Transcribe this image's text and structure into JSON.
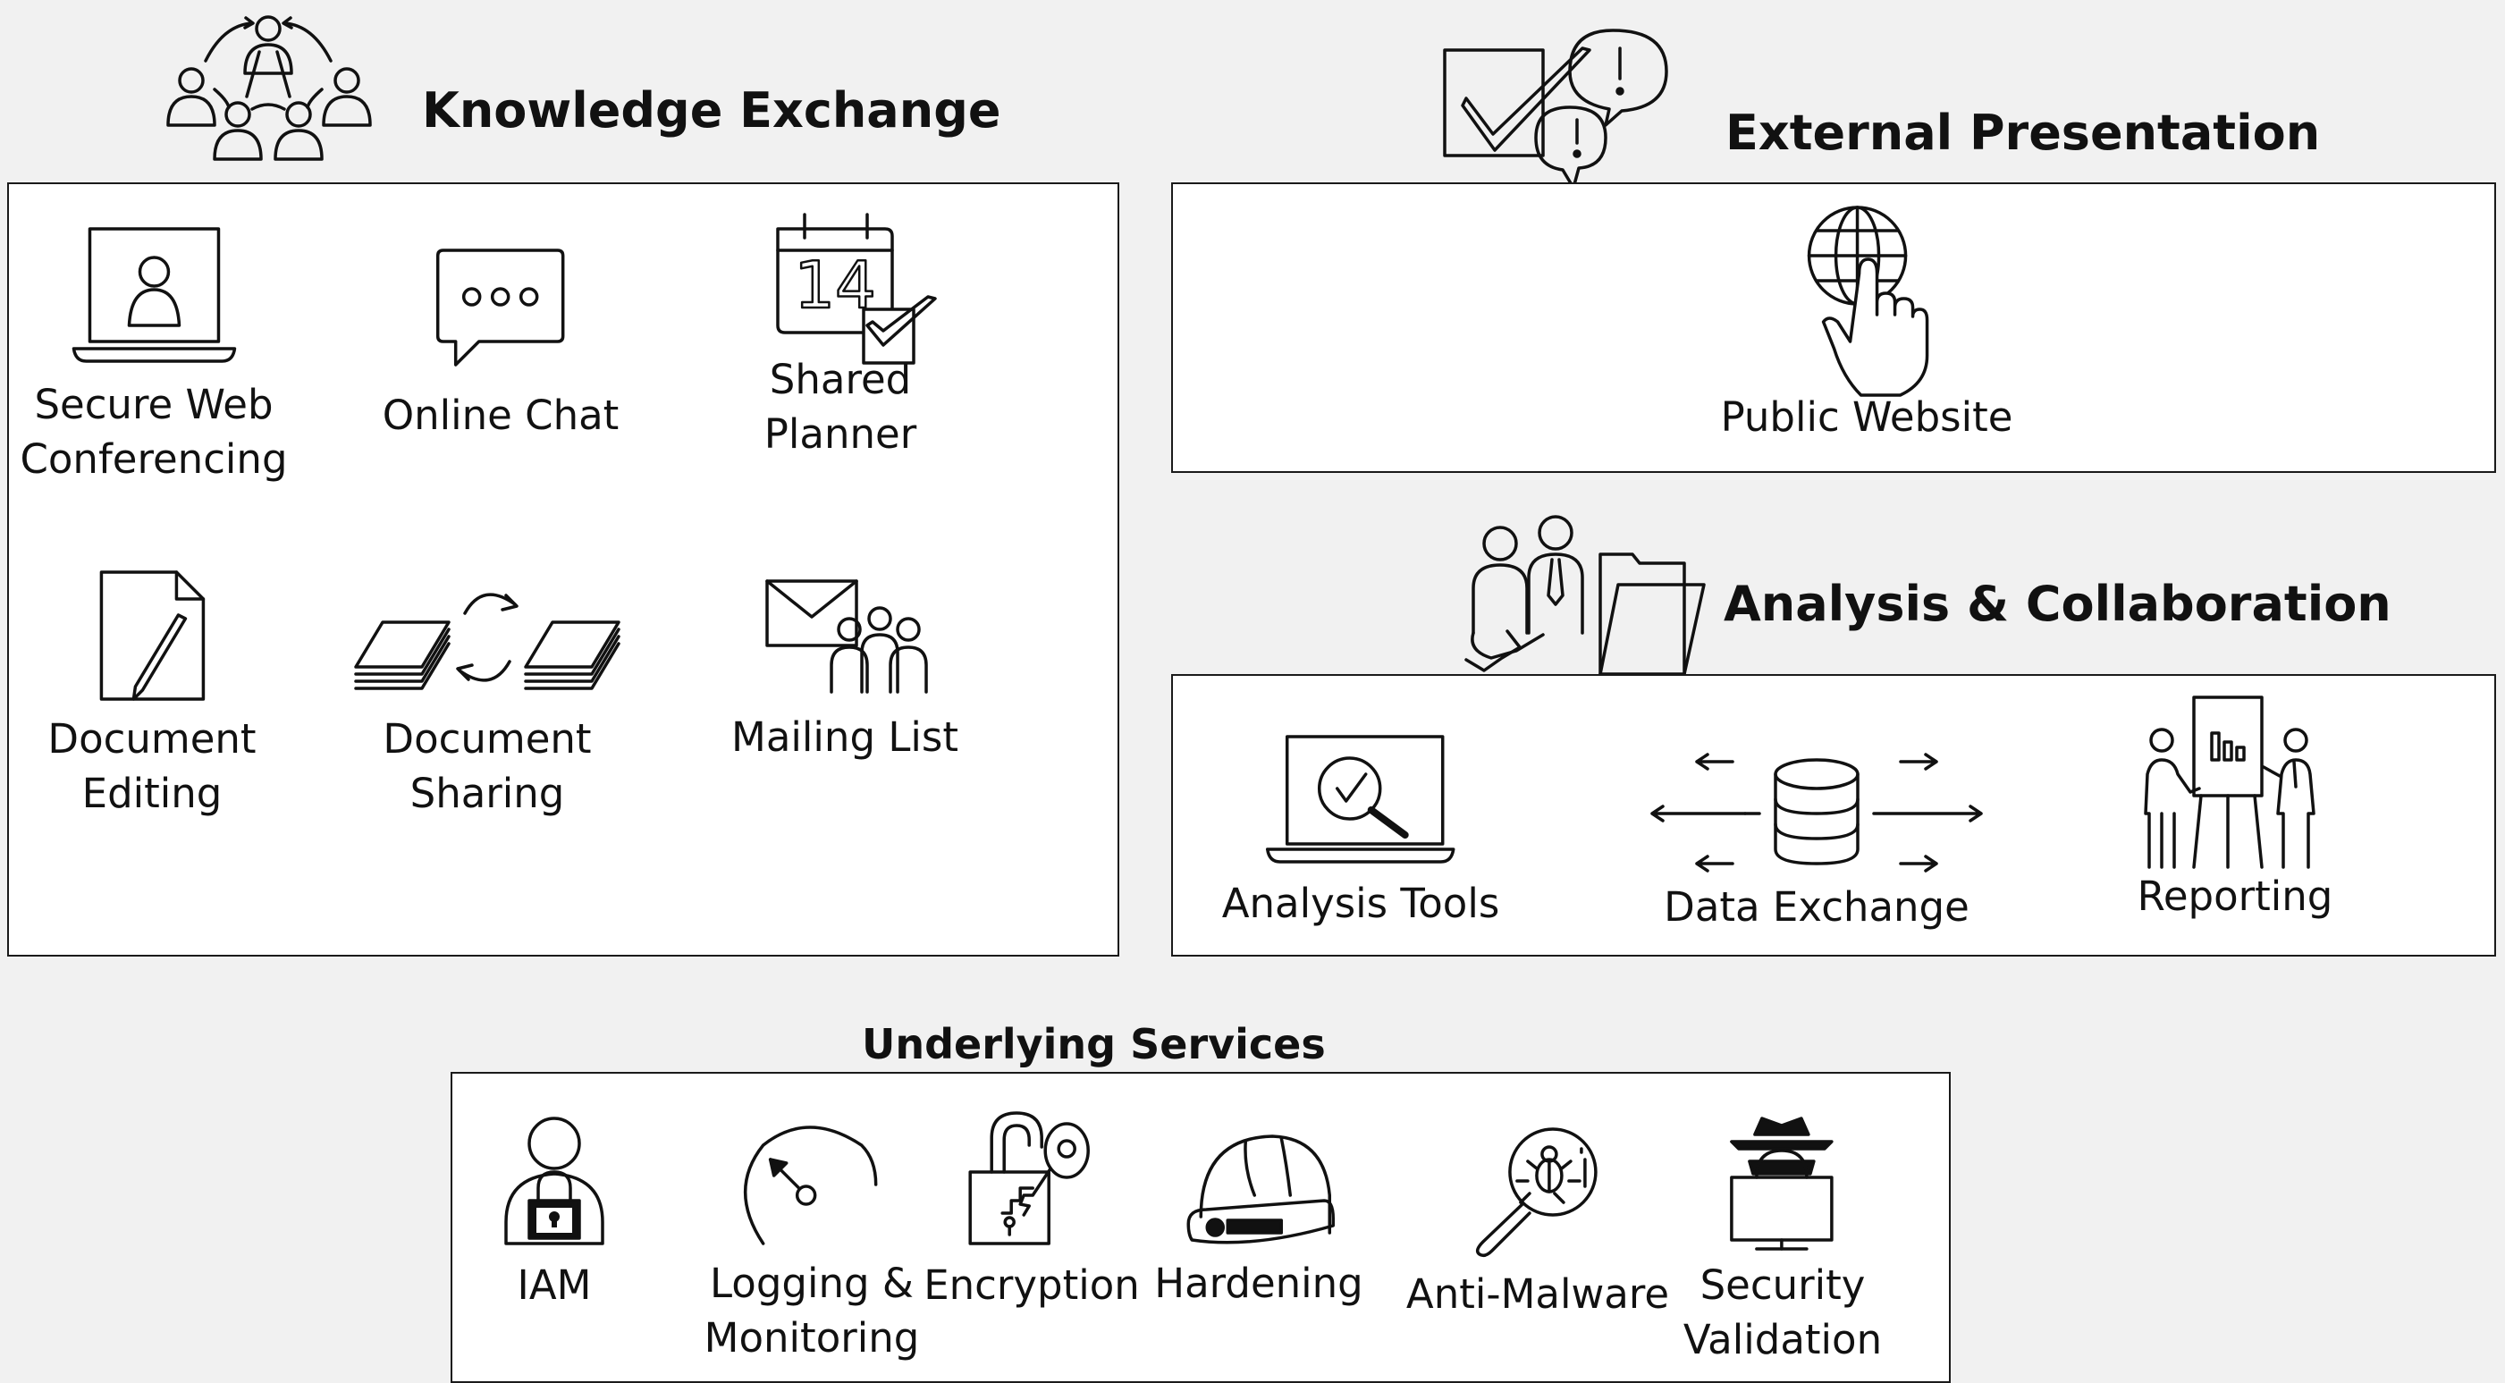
{
  "sections": {
    "knowledge_exchange": {
      "title": "Knowledge Exchange",
      "items": [
        {
          "label": "Secure Web\nConferencing",
          "icon": "laptop-person-icon"
        },
        {
          "label": "Online Chat",
          "icon": "chat-bubble-icon"
        },
        {
          "label": "Shared Planner",
          "icon": "calendar-check-icon"
        },
        {
          "label": "Document\nEditing",
          "icon": "document-pen-icon"
        },
        {
          "label": "Document\nSharing",
          "icon": "document-sync-icon"
        },
        {
          "label": "Mailing List",
          "icon": "envelope-people-icon"
        }
      ]
    },
    "external_presentation": {
      "title": "External Presentation",
      "items": [
        {
          "label": "Public Website",
          "icon": "globe-hand-icon"
        }
      ]
    },
    "analysis_collaboration": {
      "title": "Analysis & Collaboration",
      "items": [
        {
          "label": "Analysis Tools",
          "icon": "laptop-magnifier-icon"
        },
        {
          "label": "Data Exchange",
          "icon": "database-arrows-icon"
        },
        {
          "label": "Reporting",
          "icon": "presentation-board-icon"
        }
      ]
    },
    "underlying_services": {
      "title": "Underlying Services",
      "items": [
        {
          "label": "IAM",
          "icon": "person-lock-icon"
        },
        {
          "label": "Logging &\nMonitoring",
          "icon": "gauge-icon"
        },
        {
          "label": "Encryption",
          "icon": "padlock-key-icon"
        },
        {
          "label": "Hardening",
          "icon": "hard-hat-icon"
        },
        {
          "label": "Anti-Malware",
          "icon": "magnifier-bug-icon"
        },
        {
          "label": "Security\nValidation",
          "icon": "spy-computer-icon"
        }
      ]
    }
  }
}
